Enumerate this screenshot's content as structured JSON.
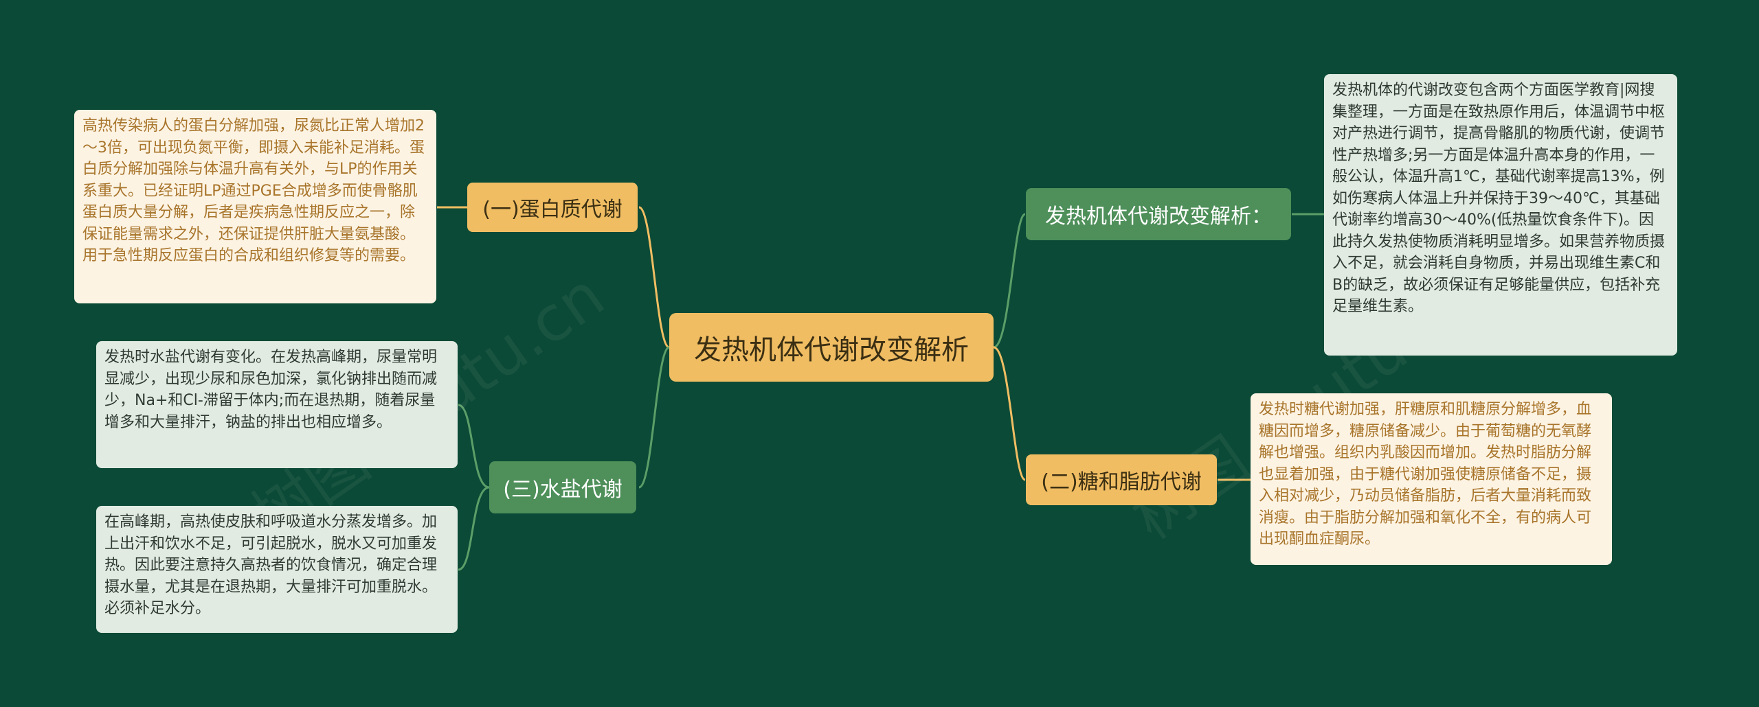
{
  "root": {
    "label": "发热机体代谢改变解析"
  },
  "branches": {
    "protein": {
      "label": "(一)蛋白质代谢",
      "detail": "高热传染病人的蛋白分解加强，尿氮比正常人增加2～3倍，可出现负氮平衡，即摄入未能补足消耗。蛋白质分解加强除与体温升高有关外，与LP的作用关系重大。已经证明LP通过PGE合成增多而使骨骼肌蛋白质大量分解，后者是疾病急性期反应之一，除保证能量需求之外，还保证提供肝脏大量氨基酸。用于急性期反应蛋白的合成和组织修复等的需要。"
    },
    "water_salt": {
      "label": "(三)水盐代谢",
      "detail_1": "发热时水盐代谢有变化。在发热高峰期，尿量常明显减少，出现少尿和尿色加深，氯化钠排出随而减少，Na+和Cl-滞留于体内;而在退热期，随着尿量增多和大量排汗，钠盐的排出也相应增多。",
      "detail_2": "在高峰期，高热使皮肤和呼吸道水分蒸发增多。加上出汗和饮水不足，可引起脱水，脱水又可加重发热。因此要注意持久高热者的饮食情况，确定合理摄水量，尤其是在退热期，大量排汗可加重脱水。必须补足水分。"
    },
    "overview": {
      "label": "发热机体代谢改变解析：",
      "detail": "发热机体的代谢改变包含两个方面医学教育|网搜集整理，一方面是在致热原作用后，体温调节中枢对产热进行调节，提高骨骼肌的物质代谢，使调节性产热增多;另一方面是体温升高本身的作用，一般公认，体温升高1℃，基础代谢率提高13%，例如伤寒病人体温上升并保持于39～40℃，其基础代谢率约增高30～40%(低热量饮食条件下)。因此持久发热使物质消耗明显增多。如果营养物质摄入不足，就会消耗自身物质，并易出现维生素C和B的缺乏，故必须保证有足够能量供应，包括补充足量维生素。"
    },
    "sugar_fat": {
      "label": "(二)糖和脂肪代谢",
      "detail": "发热时糖代谢加强，肝糖原和肌糖原分解增多，血糖因而增多，糖原储备减少。由于葡萄糖的无氧酵解也增强。组织内乳酸因而增加。发热时脂肪分解也显着加强，由于糖代谢加强使糖原储备不足，摄入相对减少，乃动员储备脂肪，后者大量消耗而致消瘦。由于脂肪分解加强和氧化不全，有的病人可出现酮血症酮尿。"
    }
  },
  "colors": {
    "background": "#0b4a36",
    "root": "#f0bd63",
    "orange_branch": "#f0bd63",
    "green_branch": "#4e8f5a",
    "cream_leaf": "#fdf3e3",
    "mint_leaf": "#e1ebe2",
    "orange_line": "#f0bd63",
    "green_line": "#5c9e68"
  }
}
